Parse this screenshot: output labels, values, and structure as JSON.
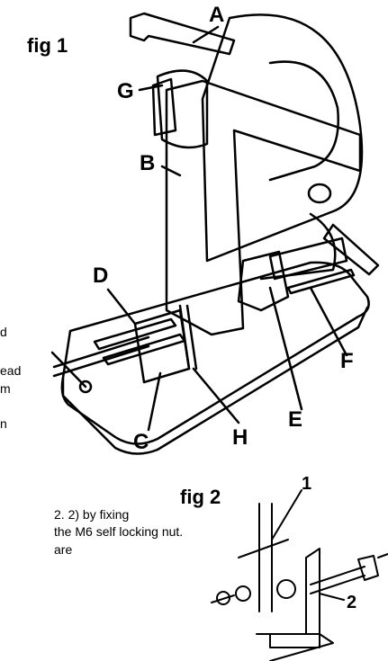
{
  "fig1": {
    "title": "fig 1",
    "labels": {
      "a": "A",
      "b": "B",
      "c": "C",
      "d": "D",
      "e": "E",
      "f": "F",
      "g": "G",
      "h": "H"
    }
  },
  "fig2": {
    "title": "fig 2",
    "labels": {
      "one": "1",
      "two": "2"
    }
  },
  "text_fragments": {
    "f1": "d",
    "f2": "ead",
    "f3": "m",
    "f4": "n",
    "f5": "2. 2) by fixing",
    "f6": "the M6 self locking nut.",
    "f7": "are"
  }
}
